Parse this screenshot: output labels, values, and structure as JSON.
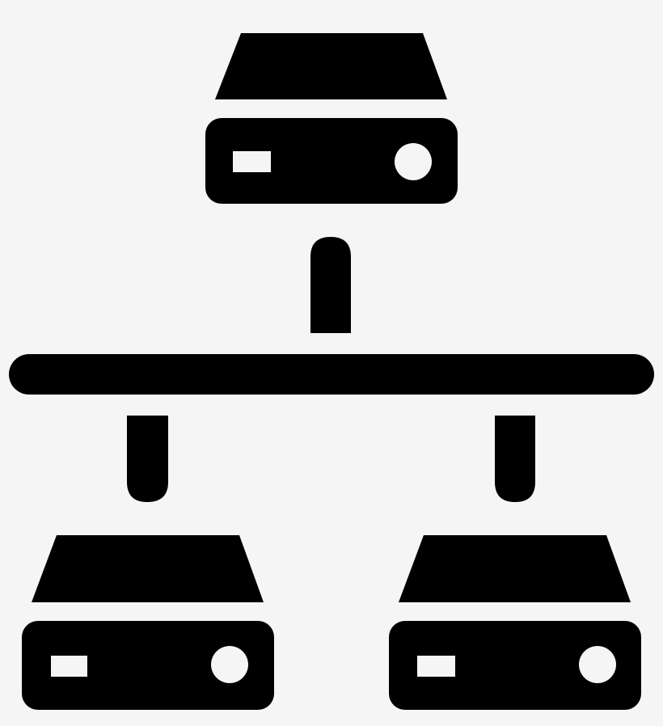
{
  "colors": {
    "background": "#f5f5f5",
    "icon": "#000000",
    "indicator": "#f5f5f5"
  },
  "icon": "network-hierarchy-icon",
  "nodes": [
    {
      "role": "parent",
      "icon": "server-icon"
    },
    {
      "role": "child",
      "icon": "server-icon"
    },
    {
      "role": "child",
      "icon": "server-icon"
    }
  ]
}
